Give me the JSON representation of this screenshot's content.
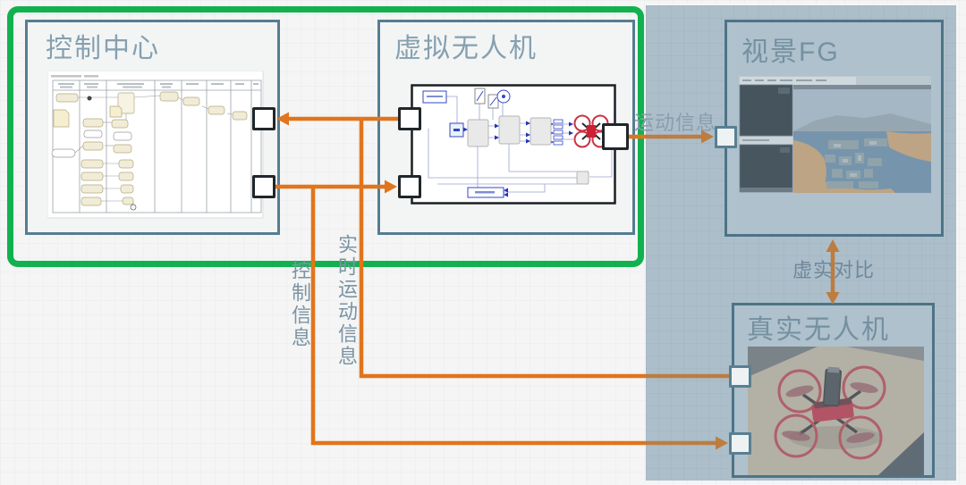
{
  "slide": {
    "background_color": "#f4f5f4",
    "panel_color": "#abbeca",
    "highlight_frame_color": "#12b150",
    "box_border_color": "#567d91",
    "panel_box_border_color": "#4e7386",
    "arrow_color": "#e2741b",
    "arrow_color_on_panel": "#bd7c40",
    "title_color_left": "#86a0b0",
    "title_color_right": "#7591a1",
    "edge_label_color": "#7b93a5"
  },
  "boxes": {
    "control_center": {
      "title": "控制中心"
    },
    "virtual_uav": {
      "title": "虚拟无人机"
    },
    "visual_fg": {
      "title": "视景FG"
    },
    "real_uav": {
      "title": "真实无人机"
    }
  },
  "edges": {
    "motion_info": {
      "label": "运动信息",
      "from": "virtual_uav",
      "to": "visual_fg"
    },
    "virtual_real_comparison": {
      "label": "虚实对比",
      "between": "visual_fg ↔ real_uav",
      "bidirectional": true
    },
    "control_info": {
      "label": "控制信息",
      "from": "control_center",
      "to": "virtual_uav, real_uav"
    },
    "realtime_motion_info": {
      "label": "实时运动信息",
      "from": "virtual_uav, real_uav",
      "to": "control_center"
    }
  }
}
